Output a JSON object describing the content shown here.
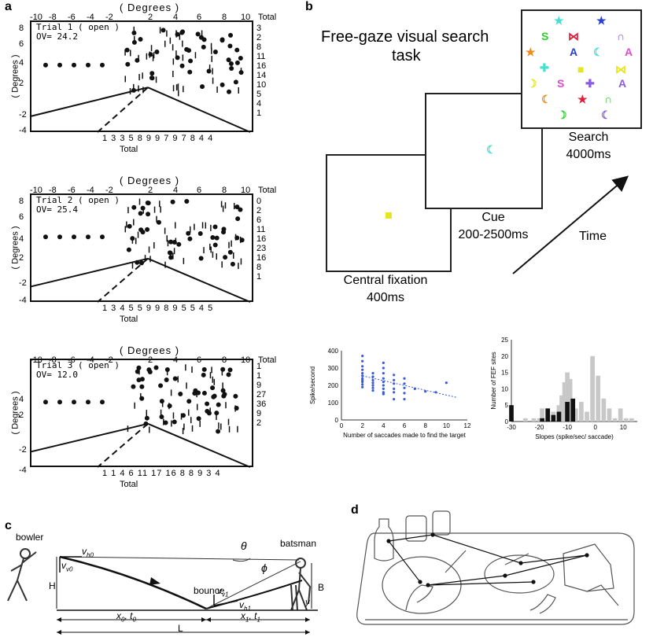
{
  "panel_labels": {
    "a": "a",
    "b": "b",
    "c": "c",
    "d": "d"
  },
  "trials": [
    {
      "degrees_label": "( Degrees )",
      "title": "Trial 1 ( open )",
      "ov": "OV= 24.2",
      "y_label": "( Degrees )",
      "total_label": "Total",
      "x_ticks": [
        "-10",
        "-8",
        "-6",
        "-4",
        "-2",
        "2",
        "4",
        "6",
        "8",
        "10"
      ],
      "y_ticks": [
        "8",
        "6",
        "4",
        "2",
        "-2",
        "-4"
      ],
      "right_totals": [
        "3",
        "2",
        "8",
        "11",
        "16",
        "14",
        "10",
        "5",
        "4",
        "1"
      ],
      "bottom_totals": "1 3 3 5 8 9 9 7 9 7 8 4 4"
    },
    {
      "degrees_label": "( Degrees )",
      "title": "Trial 2 ( open )",
      "ov": "OV= 25.4",
      "y_label": "( Degrees )",
      "total_label": "Total",
      "x_ticks": [
        "-10",
        "-8",
        "-6",
        "-4",
        "-2",
        "2",
        "4",
        "6",
        "8",
        "10"
      ],
      "y_ticks": [
        "8",
        "6",
        "4",
        "2",
        "-2",
        "-4"
      ],
      "right_totals": [
        "0",
        "2",
        "6",
        "11",
        "16",
        "23",
        "16",
        "8",
        "1"
      ],
      "bottom_totals": "1 3 4 5 5 9 9 8 9 5 5 4 5"
    },
    {
      "degrees_label": "( Degrees )",
      "title": "Trial 3 ( open )",
      "ov": "OV= 12.0",
      "y_label": "( Degrees )",
      "total_label": "Total",
      "x_ticks": [
        "-10",
        "-8",
        "-6",
        "-4",
        "-2",
        "2",
        "4",
        "6",
        "8",
        "10"
      ],
      "y_ticks": [
        "4",
        "2",
        "-2",
        "-4"
      ],
      "right_totals": [
        "1",
        "1",
        "9",
        "27",
        "36",
        "9",
        "2"
      ],
      "bottom_totals": "1 1 4 6 11 17 16 8 8 9 3 4"
    }
  ],
  "panel_b": {
    "task_title_line1": "Free-gaze visual search",
    "task_title_line2": "task",
    "search_label": "Search",
    "search_time": "4000ms",
    "cue_label": "Cue",
    "cue_time": "200-2500ms",
    "fixation_label": "Central fixation",
    "fixation_time": "400ms",
    "time_label": "Time"
  },
  "chart_data": [
    {
      "type": "scatter",
      "ylabel": "Spike/second",
      "xlabel": "Number of saccades made to find the target",
      "xlim": [
        0,
        12
      ],
      "ylim": [
        0,
        400
      ],
      "x_ticks": [
        "0",
        "2",
        "4",
        "6",
        "8",
        "10",
        "12"
      ],
      "y_ticks": [
        "0",
        "100",
        "200",
        "300",
        "400"
      ],
      "points": [
        [
          2,
          370
        ],
        [
          2,
          340
        ],
        [
          2,
          310
        ],
        [
          2,
          290
        ],
        [
          2,
          270
        ],
        [
          2,
          255
        ],
        [
          2,
          240
        ],
        [
          2,
          230
        ],
        [
          2,
          220
        ],
        [
          2,
          205
        ],
        [
          2,
          190
        ],
        [
          3,
          270
        ],
        [
          3,
          250
        ],
        [
          3,
          230
        ],
        [
          3,
          215
        ],
        [
          3,
          200
        ],
        [
          3,
          185
        ],
        [
          3,
          170
        ],
        [
          4,
          330
        ],
        [
          4,
          300
        ],
        [
          4,
          270
        ],
        [
          4,
          240
        ],
        [
          4,
          220
        ],
        [
          4,
          200
        ],
        [
          4,
          180
        ],
        [
          4,
          160
        ],
        [
          4,
          150
        ],
        [
          5,
          260
        ],
        [
          5,
          230
        ],
        [
          5,
          210
        ],
        [
          5,
          180
        ],
        [
          5,
          160
        ],
        [
          5,
          120
        ],
        [
          6,
          240
        ],
        [
          6,
          210
        ],
        [
          6,
          185
        ],
        [
          6,
          155
        ],
        [
          6,
          120
        ],
        [
          7,
          180
        ],
        [
          8,
          165
        ],
        [
          9,
          160
        ],
        [
          10,
          215
        ]
      ],
      "trend": [
        [
          2,
          255
        ],
        [
          11,
          130
        ]
      ]
    },
    {
      "type": "bar",
      "ylabel": "Number of FEF sites",
      "xlabel": "Slopes (spike/sec/ saccade)",
      "xlim": [
        -30,
        15
      ],
      "ylim": [
        0,
        25
      ],
      "x_ticks": [
        "-30",
        "-20",
        "-10",
        "0",
        "10"
      ],
      "y_ticks": [
        "0",
        "5",
        "10",
        "15",
        "20",
        "25"
      ],
      "series": [
        {
          "name": "",
          "color": "#c8c8c8",
          "x": [
            -30,
            -27,
            -25,
            -22,
            -20,
            -19,
            -17,
            -15,
            -13,
            -12,
            -11,
            -10,
            -9,
            -7,
            -5,
            -3,
            -1,
            1,
            3,
            5,
            7,
            9,
            11,
            13
          ],
          "values": [
            1,
            0,
            1,
            1,
            1,
            4,
            3,
            3,
            5,
            8,
            12,
            15,
            13,
            4,
            6,
            3,
            20,
            14,
            7,
            4,
            1,
            4,
            1,
            1
          ]
        },
        {
          "name": "",
          "color": "#111111",
          "x": [
            -30,
            -19,
            -17,
            -15,
            -13,
            -10,
            -8
          ],
          "values": [
            5,
            1,
            4,
            2,
            3,
            6,
            7
          ]
        }
      ]
    }
  ],
  "panel_c": {
    "bowler": "bowler",
    "batsman": "batsman",
    "bounce": "bounce",
    "vh0": "v",
    "vh0_sub": "h0",
    "vv0": "v",
    "vv0_sub": "v0",
    "vv1": "v",
    "vv1_sub": "v1",
    "vh1": "v",
    "vh1_sub": "h1",
    "theta": "θ",
    "phi": "ϕ",
    "H": "H",
    "B": "B",
    "y": "y",
    "x0": "x",
    "x0_sub": "0",
    "t0": "t",
    "t0_sub": "0",
    "x1": "x",
    "x1_sub": "1",
    "t1": "t",
    "t1_sub": "1",
    "L": "L"
  },
  "colors": {
    "cyan": "#44e0d0",
    "blue": "#2a3fd0",
    "green": "#2bd02b",
    "magenta": "#e04ad0",
    "orange": "#f08a1e",
    "red": "#e01e3a",
    "yellow": "#e6e61e",
    "violet": "#8a5ce0",
    "scatter": "#3a5bd9"
  }
}
